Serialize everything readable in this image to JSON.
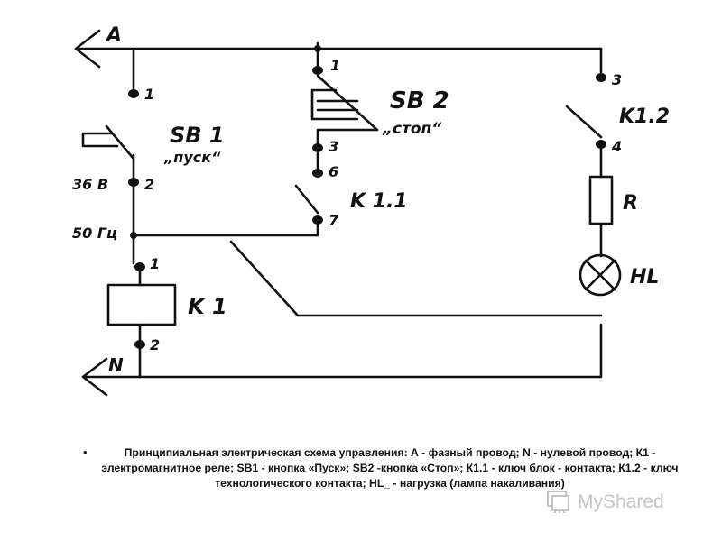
{
  "labels": {
    "phase": "A",
    "neutral": "N",
    "sb1": "SB 1",
    "sb1_sub": "„пуск“",
    "sb2": "SB 2",
    "sb2_sub": "„стоп“",
    "k11": "K 1.1",
    "k12": "K1.2",
    "k1": "K 1",
    "r": "R",
    "hl": "HL",
    "voltage": "36 B",
    "frequency": "50 Гц"
  },
  "terminals": {
    "sb1_1": "1",
    "sb1_2": "2",
    "sb2_1": "1",
    "sb2_3": "3",
    "k11_6": "6",
    "k11_7": "7",
    "k1_1": "1",
    "k1_2": "2",
    "k12_3": "3",
    "k12_4": "4"
  },
  "caption": "Принципиальная электрическая схема управления: А - фазный провод; N - нулевой провод; К1 - электромагнитное реле; SB1 - кнопка «Пуск»; SB2 -кнопка «Стоп»; К1.1 - ключ блок - контакта; К1.2 - ключ технологического контакта; HL_ - нагрузка (лампа накаливания)",
  "bullet": "•",
  "watermark": {
    "text": "MyShared",
    "icon": "myshared-logo-icon"
  }
}
